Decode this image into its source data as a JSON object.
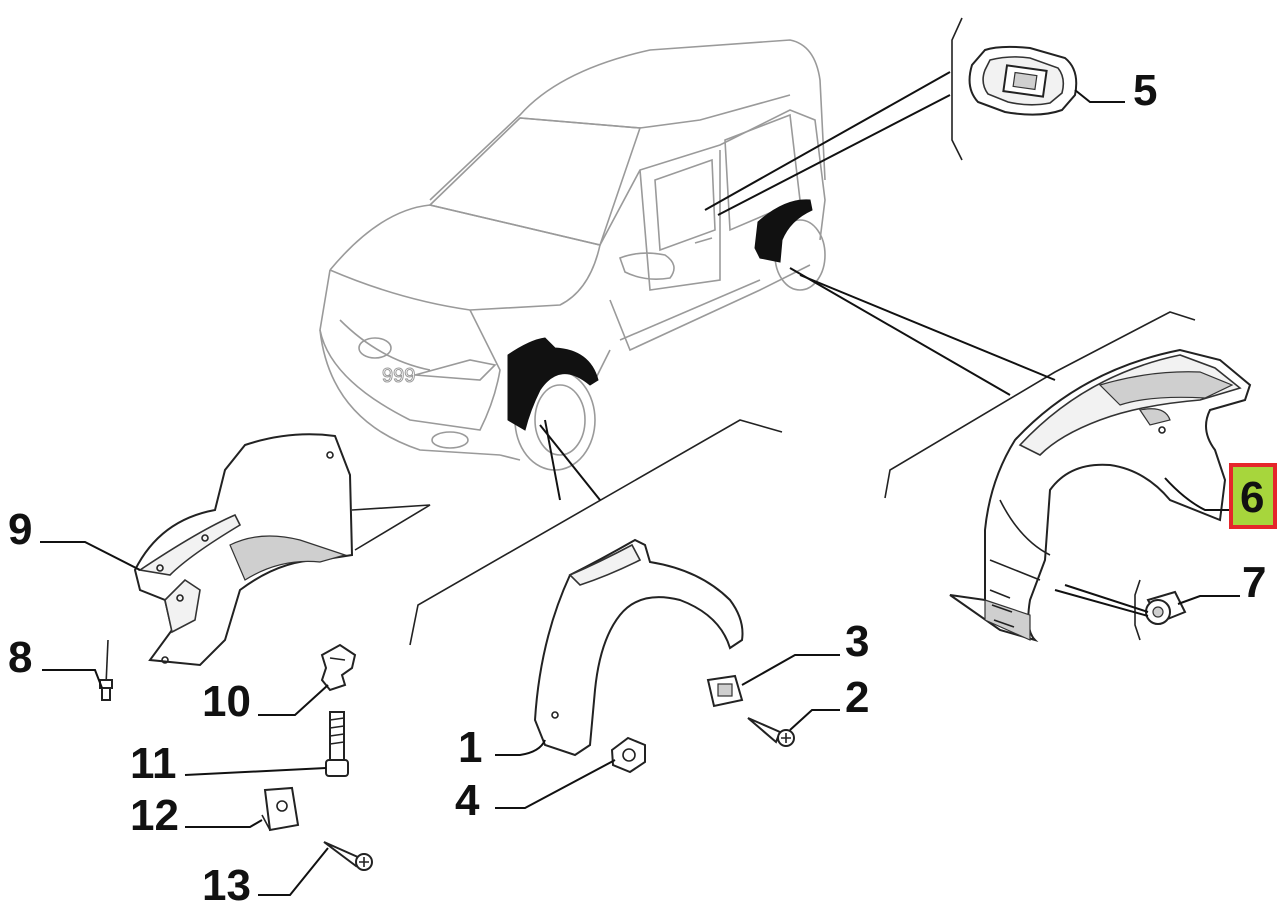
{
  "callouts": [
    {
      "id": "1",
      "text": "1"
    },
    {
      "id": "2",
      "text": "2"
    },
    {
      "id": "3",
      "text": "3"
    },
    {
      "id": "4",
      "text": "4"
    },
    {
      "id": "5",
      "text": "5"
    },
    {
      "id": "6",
      "text": "6",
      "highlighted": true
    },
    {
      "id": "7",
      "text": "7"
    },
    {
      "id": "8",
      "text": "8"
    },
    {
      "id": "9",
      "text": "9"
    },
    {
      "id": "10",
      "text": "10"
    },
    {
      "id": "11",
      "text": "11"
    },
    {
      "id": "12",
      "text": "12"
    },
    {
      "id": "13",
      "text": "13"
    }
  ],
  "colors": {
    "highlight_fill": "#a7d63c",
    "highlight_border": "#e5262b",
    "line": "#111111",
    "car_outline": "#9a9a9a"
  }
}
